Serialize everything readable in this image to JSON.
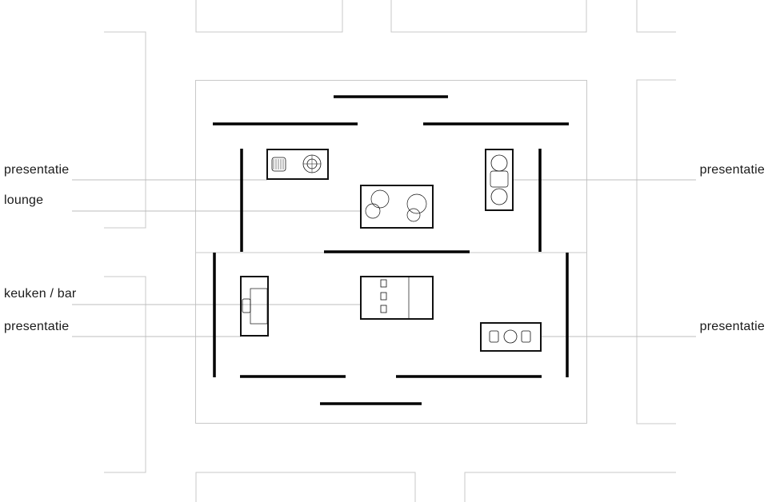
{
  "labels": {
    "left_presentatie_top": "presentatie",
    "left_lounge": "lounge",
    "left_keuken_bar": "keuken / bar",
    "left_presentatie_bottom": "presentatie",
    "right_presentatie_top": "presentatie",
    "right_presentatie_bottom": "presentatie"
  },
  "colors": {
    "wall": "#000000",
    "thin_line": "#c8c8c8",
    "leader_line": "#bcbcbc",
    "furniture": "#111111"
  }
}
